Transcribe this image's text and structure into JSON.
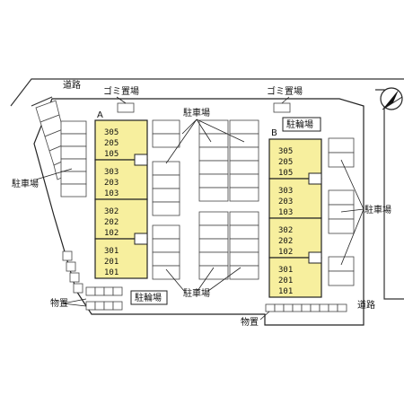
{
  "labels": {
    "road_top": "道路",
    "road_right": "道路",
    "garbage_1": "ゴミ置場",
    "garbage_2": "ゴミ置場",
    "parking_top": "駐車場",
    "parking_left": "駐車場",
    "parking_right": "駐車場",
    "parking_bottom": "駐車場",
    "bike_1": "駐輪場",
    "bike_2": "駐輪場",
    "storage_left": "物置",
    "storage_bottom": "物置"
  },
  "buildings": {
    "A": {
      "name": "A",
      "groups": [
        [
          "305",
          "205",
          "105"
        ],
        [
          "303",
          "203",
          "103"
        ],
        [
          "302",
          "202",
          "102"
        ],
        [
          "301",
          "201",
          "101"
        ]
      ]
    },
    "B": {
      "name": "B",
      "groups": [
        [
          "305",
          "205",
          "105"
        ],
        [
          "303",
          "203",
          "103"
        ],
        [
          "302",
          "202",
          "102"
        ],
        [
          "301",
          "201",
          "101"
        ]
      ]
    }
  },
  "compass": {
    "icon": "north-arrow-icon"
  }
}
